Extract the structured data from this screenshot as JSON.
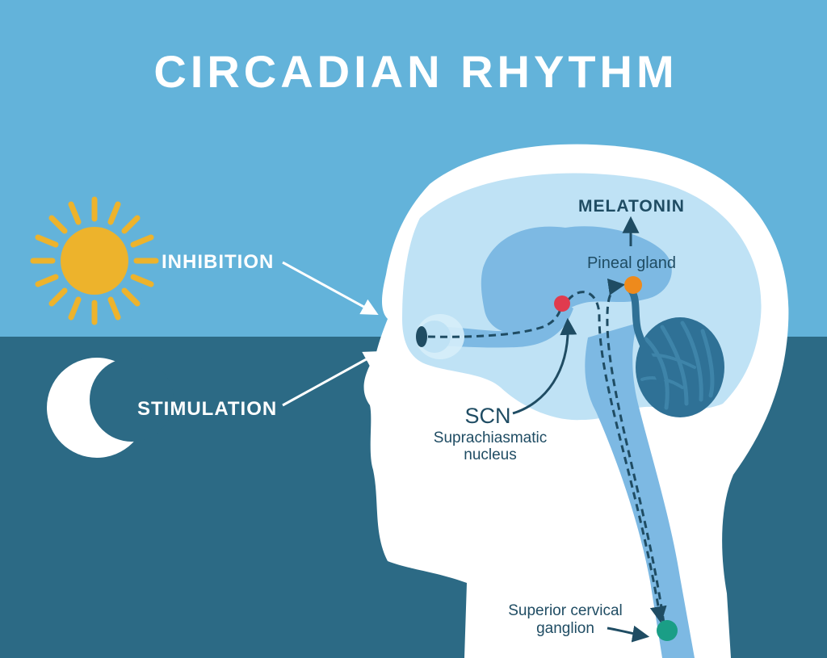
{
  "title": "CIRCADIAN RHYTHM",
  "labels": {
    "inhibition": "INHIBITION",
    "stimulation": "STIMULATION",
    "melatonin": "MELATONIN",
    "pineal_gland": "Pineal gland",
    "scn": "SCN",
    "scn_full_line1": "Suprachiasmatic",
    "scn_full_line2": "nucleus",
    "ganglion_line1": "Superior cervical",
    "ganglion_line2": "ganglion"
  },
  "colors": {
    "sky_day": "#63B3DA",
    "sky_night": "#2C6A85",
    "head": "#FFFFFF",
    "brain_light": "#BFE2F5",
    "brain_mid": "#7DB9E3",
    "brain_deep": "#2F7196",
    "sun": "#EDB32C",
    "text_dark": "#1F4C63",
    "scn_dot": "#E03B4E",
    "pineal_dot": "#EE8A1C",
    "ganglion_dot": "#1A9E86"
  },
  "icons": [
    "sun-icon",
    "moon-icon",
    "eye-icon"
  ]
}
